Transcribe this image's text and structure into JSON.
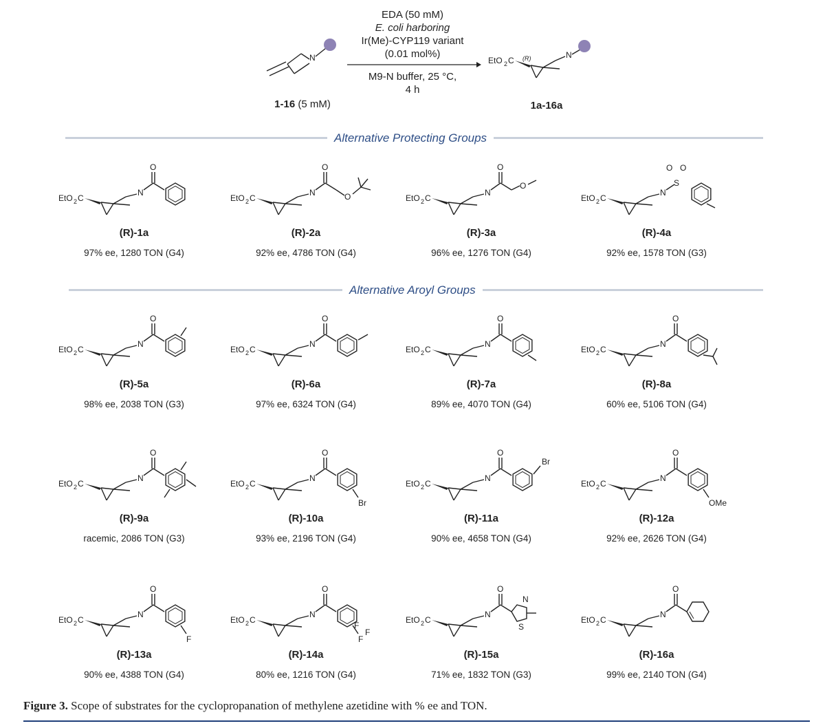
{
  "scheme": {
    "reagents_top": [
      "EDA (50 mM)",
      "E. coli harboring",
      "Ir(Me)-CYP119 variant",
      "(0.01 mol%)"
    ],
    "reagents_bottom": [
      "M9-N buffer, 25 °C,",
      "4 h"
    ],
    "start_label_bold": "1-16",
    "start_label_rest": " (5 mM)",
    "product_label": "1a-16a",
    "product_config": "(R)"
  },
  "sections": [
    {
      "title": "Alternative Protecting Groups"
    },
    {
      "title": "Alternative Aroyl Groups"
    }
  ],
  "common": {
    "ester": "EtO2C"
  },
  "compounds": [
    {
      "id": "(R)-1a",
      "result": "97% ee, 1280 TON (G4)",
      "group": "benzoyl"
    },
    {
      "id": "(R)-2a",
      "result": "92% ee, 4786 TON (G4)",
      "group": "boc"
    },
    {
      "id": "(R)-3a",
      "result": "96% ee, 1276 TON (G4)",
      "group": "moc"
    },
    {
      "id": "(R)-4a",
      "result": "92% ee, 1578 TON (G3)",
      "group": "tosyl"
    },
    {
      "id": "(R)-5a",
      "result": "98% ee, 2038 TON (G3)",
      "group": "2-methylbenzoyl"
    },
    {
      "id": "(R)-6a",
      "result": "97% ee, 6324 TON (G4)",
      "group": "3-methylbenzoyl"
    },
    {
      "id": "(R)-7a",
      "result": "89% ee, 4070 TON (G4)",
      "group": "4-methylbenzoyl"
    },
    {
      "id": "(R)-8a",
      "result": "60% ee, 5106 TON (G4)",
      "group": "4-isopropylbenzoyl"
    },
    {
      "id": "(R)-9a",
      "result": "racemic, 2086 TON (G3)",
      "group": "mesitoyl"
    },
    {
      "id": "(R)-10a",
      "result": "93% ee, 2196 TON (G4)",
      "group": "4-bromobenzoyl",
      "sub": "Br"
    },
    {
      "id": "(R)-11a",
      "result": "90% ee, 4658 TON (G4)",
      "group": "3-bromobenzoyl",
      "sub": "Br"
    },
    {
      "id": "(R)-12a",
      "result": "92% ee, 2626 TON (G4)",
      "group": "4-methoxybenzoyl",
      "sub": "OMe"
    },
    {
      "id": "(R)-13a",
      "result": "90% ee, 4388 TON (G4)",
      "group": "4-fluorobenzoyl",
      "sub": "F"
    },
    {
      "id": "(R)-14a",
      "result": "80% ee, 1216 TON (G4)",
      "group": "4-trifluoromethylbenzoyl",
      "sub": "F"
    },
    {
      "id": "(R)-15a",
      "result": "71% ee, 1832 TON (G3)",
      "group": "2-methylthiazole-4-carbonyl"
    },
    {
      "id": "(R)-16a",
      "result": "99% ee, 2140 TON (G4)",
      "group": "cyclohexenoyl"
    }
  ],
  "caption": {
    "label": "Figure 3.",
    "text": " Scope of substrates for the cyclopropanation of methylene azetidine with % ee and TON."
  },
  "colors": {
    "section_title": "#2e4e86",
    "rule": "#c9d0db",
    "caption_rule": "#1f3f7a",
    "dot": "#8e83b5"
  }
}
